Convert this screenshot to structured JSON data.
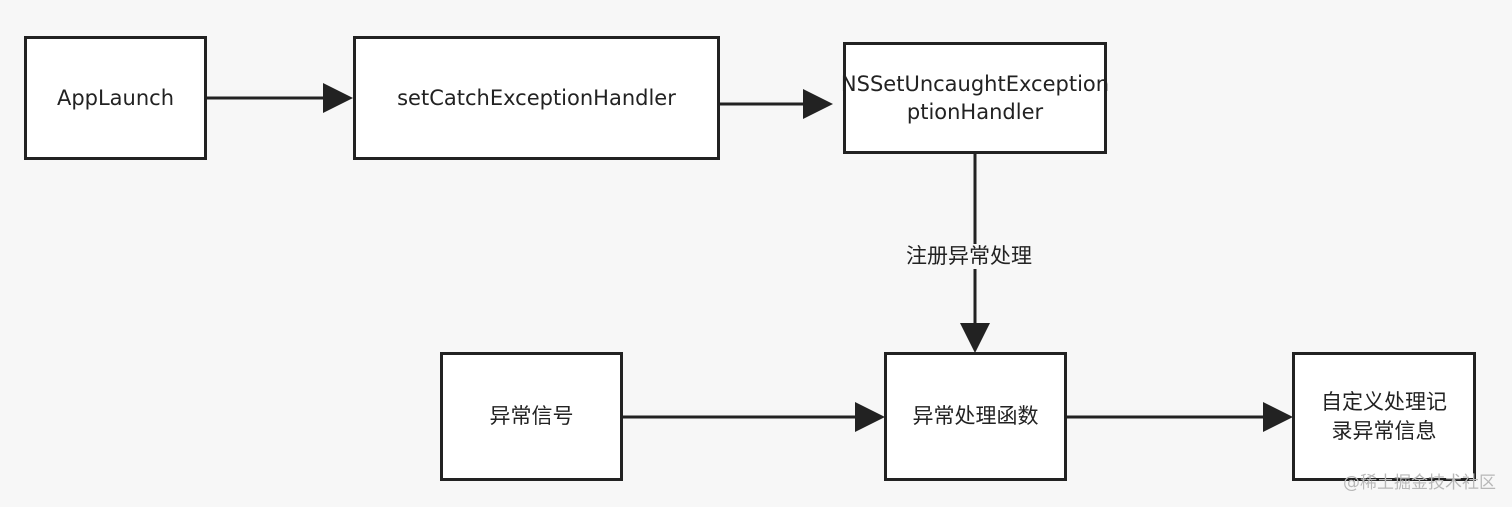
{
  "diagram": {
    "nodes": {
      "app_launch": "AppLaunch",
      "set_catch_handler": "setCatchExceptionHandler",
      "ns_set_uncaught_handler": "NSSetUncaughtException\nptionHandler",
      "exception_signal": "异常信号",
      "exception_handler_function": "异常处理函数",
      "custom_handling_record": "自定义处理记\n录异常信息"
    },
    "edge_labels": {
      "register_handler": "注册异常处理"
    }
  },
  "watermark": "@稀土掘金技术社区"
}
